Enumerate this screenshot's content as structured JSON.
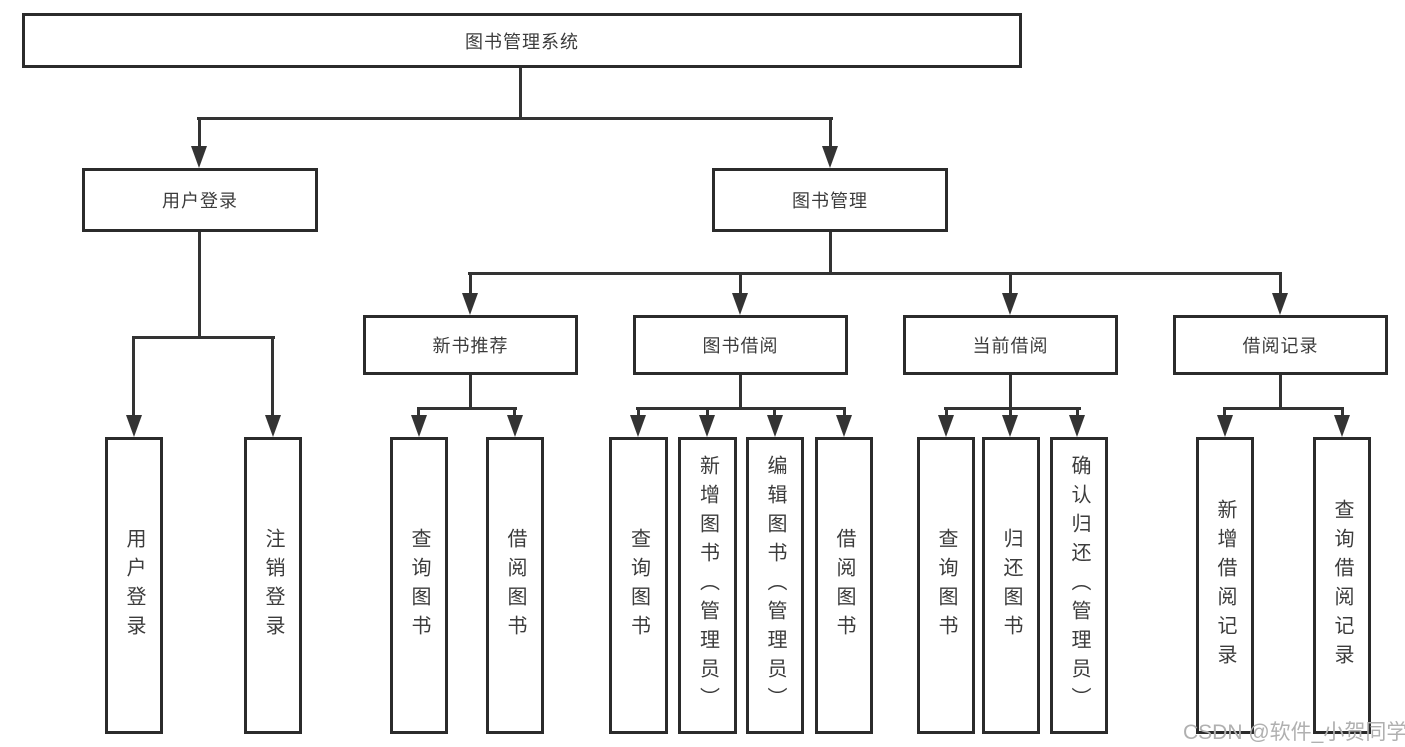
{
  "tree": {
    "label": "图书管理系统",
    "children": [
      {
        "label": "用户登录",
        "children": [
          {
            "label": "用户登录"
          },
          {
            "label": "注销登录"
          }
        ]
      },
      {
        "label": "图书管理",
        "children": [
          {
            "label": "新书推荐",
            "children": [
              {
                "label": "查询图书"
              },
              {
                "label": "借阅图书"
              }
            ]
          },
          {
            "label": "图书借阅",
            "children": [
              {
                "label": "查询图书"
              },
              {
                "label": "新增图书（管理员）"
              },
              {
                "label": "编辑图书（管理员）"
              },
              {
                "label": "借阅图书"
              }
            ]
          },
          {
            "label": "当前借阅",
            "children": [
              {
                "label": "查询图书"
              },
              {
                "label": "归还图书"
              },
              {
                "label": "确认归还（管理员）"
              }
            ]
          },
          {
            "label": "借阅记录",
            "children": [
              {
                "label": "新增借阅记录"
              },
              {
                "label": "查询借阅记录"
              }
            ]
          }
        ]
      }
    ]
  },
  "watermark": {
    "text": "CSDN @软件_小贺同学"
  },
  "colors": {
    "line": "#333333",
    "box_border": "#2b2b2b",
    "text": "#3c3c3c",
    "background": "#ffffff",
    "watermark": "#b0b0b0"
  }
}
